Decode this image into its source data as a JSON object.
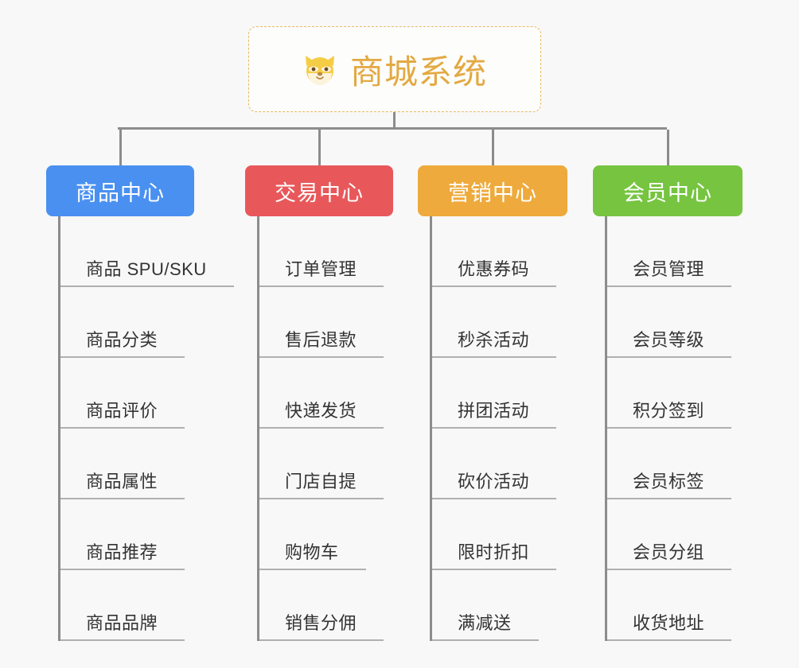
{
  "diagram": {
    "type": "org-tree",
    "background_color": "#f8f8f8",
    "connector_color": "#8c8c8c",
    "root": {
      "icon": "shiba-dog-face-emoji",
      "icon_glyph": "🐶",
      "title": "商城系统",
      "title_color": "#e3a942",
      "border_color": "#e8b860",
      "border_style": "dashed"
    },
    "columns": [
      {
        "id": "product-center",
        "label": "商品中心",
        "color": "#4a90f0",
        "items": [
          "商品 SPU/SKU",
          "商品分类",
          "商品评价",
          "商品属性",
          "商品推荐",
          "商品品牌"
        ]
      },
      {
        "id": "trade-center",
        "label": "交易中心",
        "color": "#e8585a",
        "items": [
          "订单管理",
          "售后退款",
          "快递发货",
          "门店自提",
          "购物车",
          "销售分佣"
        ]
      },
      {
        "id": "marketing-center",
        "label": "营销中心",
        "color": "#eeaa3c",
        "items": [
          "优惠券码",
          "秒杀活动",
          "拼团活动",
          "砍价活动",
          "限时折扣",
          "满减送"
        ]
      },
      {
        "id": "member-center",
        "label": "会员中心",
        "color": "#76c440",
        "items": [
          "会员管理",
          "会员等级",
          "积分签到",
          "会员标签",
          "会员分组",
          "收货地址"
        ]
      }
    ]
  }
}
